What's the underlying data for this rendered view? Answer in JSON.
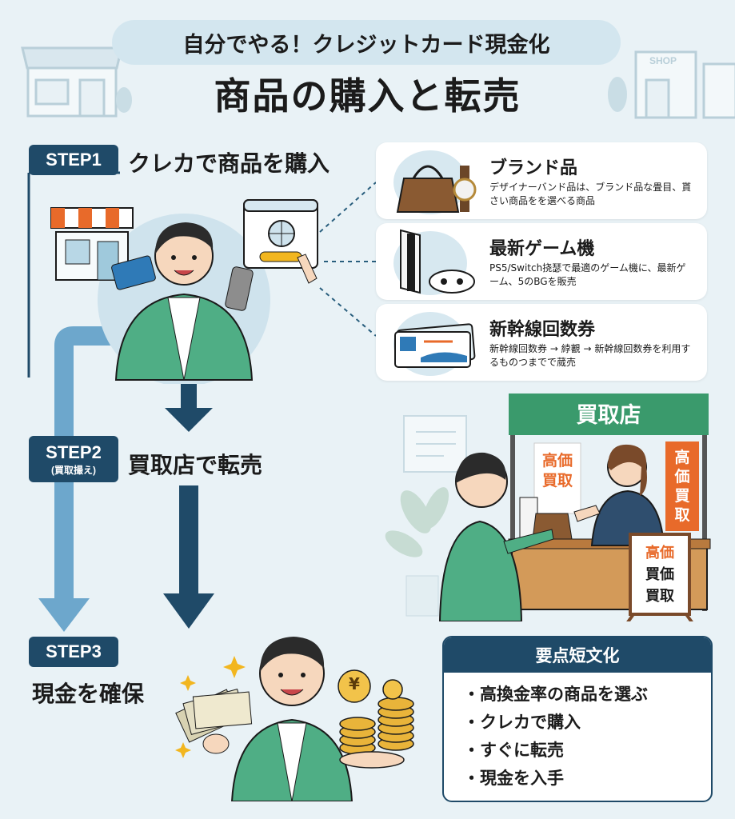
{
  "header": {
    "subtitle": "自分でやる！クレジットカード現金化",
    "title": "商品の購入と転売",
    "shop_sign": "SHOP"
  },
  "steps": [
    {
      "badge": "STEP1",
      "title": "クレカで商品を購入"
    },
    {
      "badge": "STEP2",
      "badge_sub": "(買取撮え)",
      "title": "買取店で転売"
    },
    {
      "badge": "STEP3",
      "title": "現金を確保"
    }
  ],
  "products": [
    {
      "title": "ブランド品",
      "desc": "デザイナーバンド品は、ブランド品な畳目、貰さい商品をを選べる商品",
      "icon": "handbag-watch-icon"
    },
    {
      "title": "最新ゲーム機",
      "desc": "PS5/Switch挠瑟で最適のゲーム機に、最新ゲーム、5のBGを販売",
      "icon": "game-console-icon"
    },
    {
      "title": "新幹線回数券",
      "desc": "新幹線回数券 → 綍覾 → 新幹線回数券を利用するものつまでで蒇売",
      "icon": "train-ticket-icon"
    }
  ],
  "buyback_store": {
    "sign": "買取店",
    "poster_1": [
      "高価",
      "買取"
    ],
    "banner": [
      "高",
      "価",
      "買",
      "取"
    ],
    "board": [
      "高価",
      "買価",
      "買取"
    ]
  },
  "money": {
    "coin_symbol": "¥"
  },
  "summary": {
    "title": "要点短文化",
    "items": [
      "高換金率の商品を選ぶ",
      "クレカで購入",
      "すぐに転売",
      "現金を入手"
    ]
  },
  "colors": {
    "navy": "#1f4a68",
    "green": "#2e8b57",
    "orange": "#e86a2a",
    "background": "#e9f2f6"
  }
}
